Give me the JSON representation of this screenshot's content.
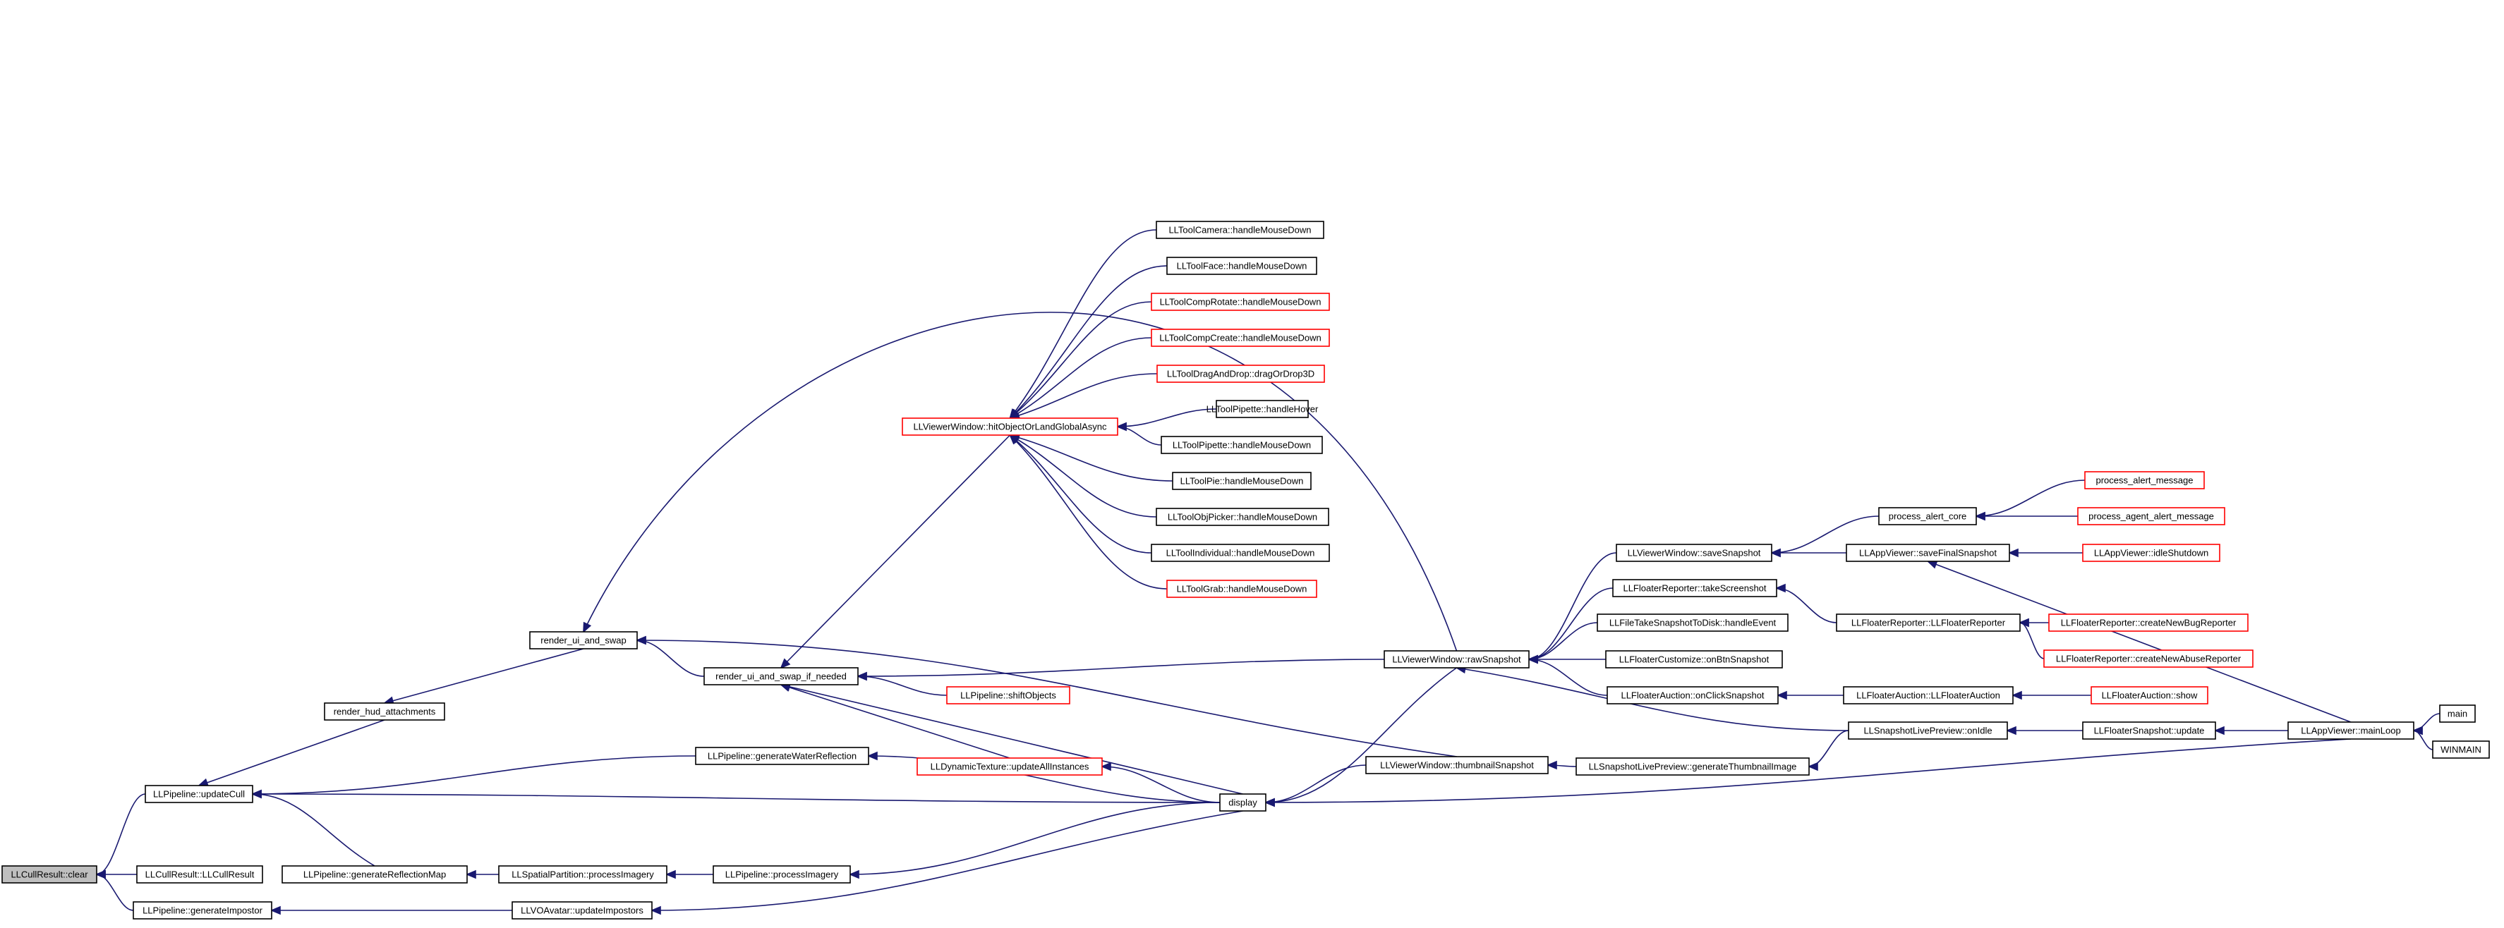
{
  "colors": {
    "edge": "#191970",
    "node_border_normal": "#000000",
    "node_border_truncated": "#ff0000",
    "node_focus_fill": "#bfbfbf"
  },
  "nodes": [
    {
      "id": "llcullresult-clear",
      "label": "LLCullResult::clear",
      "style": "focus"
    },
    {
      "id": "llpipeline-updatecull",
      "label": "LLPipeline::updateCull",
      "style": "black"
    },
    {
      "id": "llcullresult-llcullresult",
      "label": "LLCullResult::LLCullResult",
      "style": "black"
    },
    {
      "id": "llpipeline-generateimpostor",
      "label": "LLPipeline::generateImpostor",
      "style": "black"
    },
    {
      "id": "render-hud-attachments",
      "label": "render_hud_attachments",
      "style": "black"
    },
    {
      "id": "render-ui-and-swap",
      "label": "render_ui_and_swap",
      "style": "black"
    },
    {
      "id": "render-ui-and-swap-if-needed",
      "label": "render_ui_and_swap_if_needed",
      "style": "black"
    },
    {
      "id": "llviewerwindow-hitobjectorlandglobalasync",
      "label": "LLViewerWindow::hitObjectOrLandGlobalAsync",
      "style": "red"
    },
    {
      "id": "lltoolcamera-handlemousedown",
      "label": "LLToolCamera::handleMouseDown",
      "style": "black"
    },
    {
      "id": "lltoolface-handlemousedown",
      "label": "LLToolFace::handleMouseDown",
      "style": "black"
    },
    {
      "id": "lltoolcomprotate-handlemousedown",
      "label": "LLToolCompRotate::handleMouseDown",
      "style": "red"
    },
    {
      "id": "lltoolcompcreate-handlemousedown",
      "label": "LLToolCompCreate::handleMouseDown",
      "style": "red"
    },
    {
      "id": "lltooldraganddrop-dragordrop3d",
      "label": "LLToolDragAndDrop::dragOrDrop3D",
      "style": "red"
    },
    {
      "id": "lltoolpipette-handlehover",
      "label": "LLToolPipette::handleHover",
      "style": "black"
    },
    {
      "id": "lltoolpipette-handlemousedown",
      "label": "LLToolPipette::handleMouseDown",
      "style": "black"
    },
    {
      "id": "lltoolpie-handlemousedown",
      "label": "LLToolPie::handleMouseDown",
      "style": "black"
    },
    {
      "id": "lltoolobjpicker-handlemousedown",
      "label": "LLToolObjPicker::handleMouseDown",
      "style": "black"
    },
    {
      "id": "lltoolindividual-handlemousedown",
      "label": "LLToolIndividual::handleMouseDown",
      "style": "black"
    },
    {
      "id": "lltoolgrab-handlemousedown",
      "label": "LLToolGrab::handleMouseDown",
      "style": "red"
    },
    {
      "id": "llpipeline-shiftobjects",
      "label": "LLPipeline::shiftObjects",
      "style": "red"
    },
    {
      "id": "lldynamictexture-updateallinstances",
      "label": "LLDynamicTexture::updateAllInstances",
      "style": "red"
    },
    {
      "id": "llpipeline-generatewaterreflection",
      "label": "LLPipeline::generateWaterReflection",
      "style": "black"
    },
    {
      "id": "llpipeline-generatereflectionmap",
      "label": "LLPipeline::generateReflectionMap",
      "style": "black"
    },
    {
      "id": "llspatialpartition-processimagery",
      "label": "LLSpatialPartition::processImagery",
      "style": "black"
    },
    {
      "id": "llpipeline-processimagery",
      "label": "LLPipeline::processImagery",
      "style": "black"
    },
    {
      "id": "llvoavatar-updateimpostors",
      "label": "LLVOAvatar::updateImpostors",
      "style": "black"
    },
    {
      "id": "display",
      "label": "display",
      "style": "black"
    },
    {
      "id": "llviewerwindow-rawsnapshot",
      "label": "LLViewerWindow::rawSnapshot",
      "style": "black"
    },
    {
      "id": "llviewerwindow-thumbnailsnapshot",
      "label": "LLViewerWindow::thumbnailSnapshot",
      "style": "black"
    },
    {
      "id": "llviewerwindow-savesnapshot",
      "label": "LLViewerWindow::saveSnapshot",
      "style": "black"
    },
    {
      "id": "llfloaterreporter-takescreenshot",
      "label": "LLFloaterReporter::takeScreenshot",
      "style": "black"
    },
    {
      "id": "llfiletakesnapshottodisk-handleevent",
      "label": "LLFileTakeSnapshotToDisk::handleEvent",
      "style": "black"
    },
    {
      "id": "llfloatercustomize-onbtnsnapshot",
      "label": "LLFloaterCustomize::onBtnSnapshot",
      "style": "black"
    },
    {
      "id": "llfloaterauction-onclicksnapshot",
      "label": "LLFloaterAuction::onClickSnapshot",
      "style": "black"
    },
    {
      "id": "llsnapshotlivepreview-generatethumbnailimage",
      "label": "LLSnapshotLivePreview::generateThumbnailImage",
      "style": "black"
    },
    {
      "id": "process-alert-core",
      "label": "process_alert_core",
      "style": "black"
    },
    {
      "id": "llappviewer-savefinalsnapshot",
      "label": "LLAppViewer::saveFinalSnapshot",
      "style": "black"
    },
    {
      "id": "llfloaterreporter-llfloaterreporter",
      "label": "LLFloaterReporter::LLFloaterReporter",
      "style": "black"
    },
    {
      "id": "llfloaterauction-llfloaterauction",
      "label": "LLFloaterAuction::LLFloaterAuction",
      "style": "black"
    },
    {
      "id": "llsnapshotlivepreview-onidle",
      "label": "LLSnapshotLivePreview::onIdle",
      "style": "black"
    },
    {
      "id": "process-alert-message",
      "label": "process_alert_message",
      "style": "red"
    },
    {
      "id": "process-agent-alert-message",
      "label": "process_agent_alert_message",
      "style": "red"
    },
    {
      "id": "llappviewer-idleshutdown",
      "label": "LLAppViewer::idleShutdown",
      "style": "red"
    },
    {
      "id": "llfloaterreporter-createnewbugreporter",
      "label": "LLFloaterReporter::createNewBugReporter",
      "style": "red"
    },
    {
      "id": "llfloaterreporter-createnewabusereporter",
      "label": "LLFloaterReporter::createNewAbuseReporter",
      "style": "red"
    },
    {
      "id": "llfloaterauction-show",
      "label": "LLFloaterAuction::show",
      "style": "red"
    },
    {
      "id": "llfloatersnapshot-update",
      "label": "LLFloaterSnapshot::update",
      "style": "black"
    },
    {
      "id": "llappviewer-mainloop",
      "label": "LLAppViewer::mainLoop",
      "style": "black"
    },
    {
      "id": "main",
      "label": "main",
      "style": "black"
    },
    {
      "id": "winmain",
      "label": "WINMAIN",
      "style": "black"
    }
  ]
}
